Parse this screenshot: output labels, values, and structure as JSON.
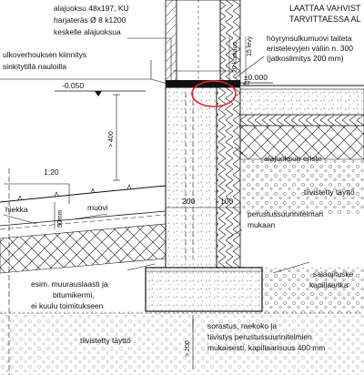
{
  "labels": {
    "bottom_plate_1": "alajuoksu 48x197, KU",
    "bottom_plate_2": "harjateräs Ø 8 k1200",
    "bottom_plate_3": "keskelle alajuoksua",
    "top_right_1": "LAATTAA VAHVIST",
    "top_right_2": "TARVITTAESSA AL",
    "vapour_1": "höyrynsulkumuovi taiteta",
    "vapour_2": "eristelevyjen väliin n. 300",
    "vapour_3": "(jatkoslimitys 200 mm)",
    "cladding_1": "ulkoverhouksen kiinnitys",
    "cladding_2": "sinkitytillä nauloilla",
    "level_left": "-0.050",
    "level_right": "±0.000",
    "dim_15": "15 levy",
    "dim_20_kodi": "20 kodiaus",
    "dim_max47": "max. 47",
    "dim_gt400": "> 400",
    "slope": "1:20",
    "bottom_insulation": "alajuoksun eriste",
    "compacted_fill_1": "tiivistetty täyttö",
    "sand": "hiekka",
    "dim_50mm": "50mm",
    "plastic": "muovi",
    "dim_200": "200",
    "dim_100": "100",
    "foundation_1": "perustussuunnitelman",
    "foundation_2": "mukaan",
    "mortar_1": "esim. muurauslaasti ja",
    "mortar_2": "bitumikermi,",
    "mortar_3": "ei kuulu toimitukseen",
    "drain_1": "salaojituske",
    "drain_2": "kapillaarika",
    "compacted_fill_2": "tiivistetty täyttö",
    "gravel_1": "sorastus, raekoko ja",
    "gravel_2": "tiivistys perustussuunnitelmien",
    "gravel_3": "mukaisesti, kapillaarisuus 400 mm",
    "dim_gt200": "> 200"
  },
  "colors": {
    "ink": "#111111",
    "highlight": "#e8262a",
    "concrete_dot": "#6b6b6b"
  }
}
